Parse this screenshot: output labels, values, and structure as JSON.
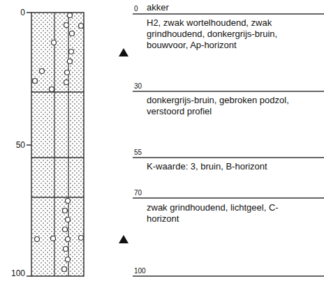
{
  "diagram": {
    "labels": [
      "0",
      "50",
      "100",
      "0",
      "akker",
      "H2, zwak wortelhoudend, zwak grindhoudend, donkergrijs-bruin, bouwvoor, Ap-horizont",
      "30",
      "donkergrijs-bruin, gebroken podzol, verstoord profiel",
      "55",
      "K-waarde: 3, bruin, B-horizont",
      "70",
      "zwak grindhoudend, lichtgeel, C-horizont",
      "100"
    ]
  }
}
